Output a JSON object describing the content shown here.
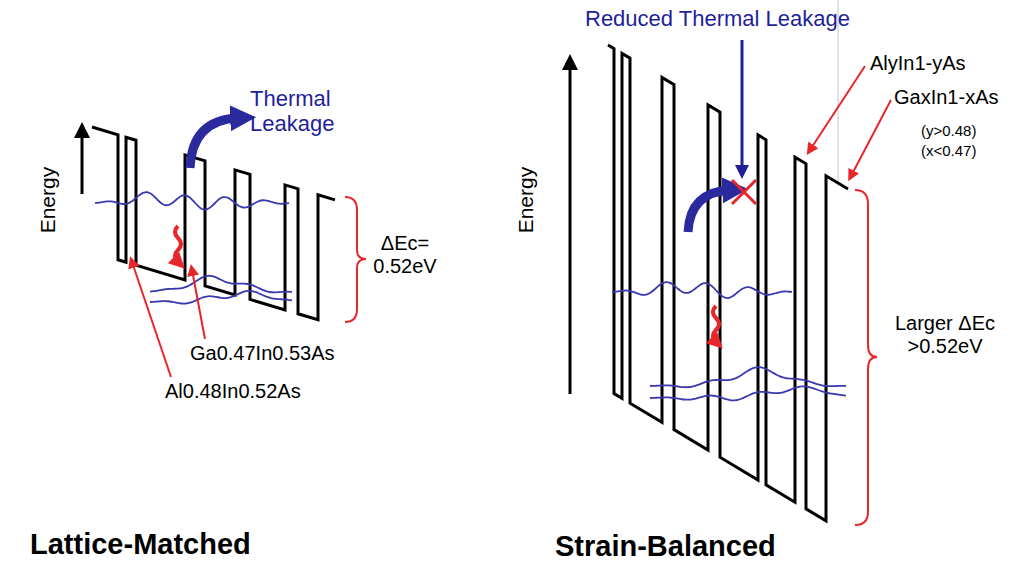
{
  "diagram": {
    "labels": [
      "Thermal Leakage",
      "Energy",
      "ΔEc= 0.52eV",
      "Ga0.47In0.53As",
      "Al0.48In0.52As",
      "Lattice-Matched",
      "Energy",
      "Reduced Thermal Leakage",
      "AlyIn1-yAs",
      "GaxIn1-xAs",
      "(y>0.48)",
      "(x<0.47)",
      "Larger ΔEc >0.52eV",
      "Strain-Balanced"
    ]
  }
}
